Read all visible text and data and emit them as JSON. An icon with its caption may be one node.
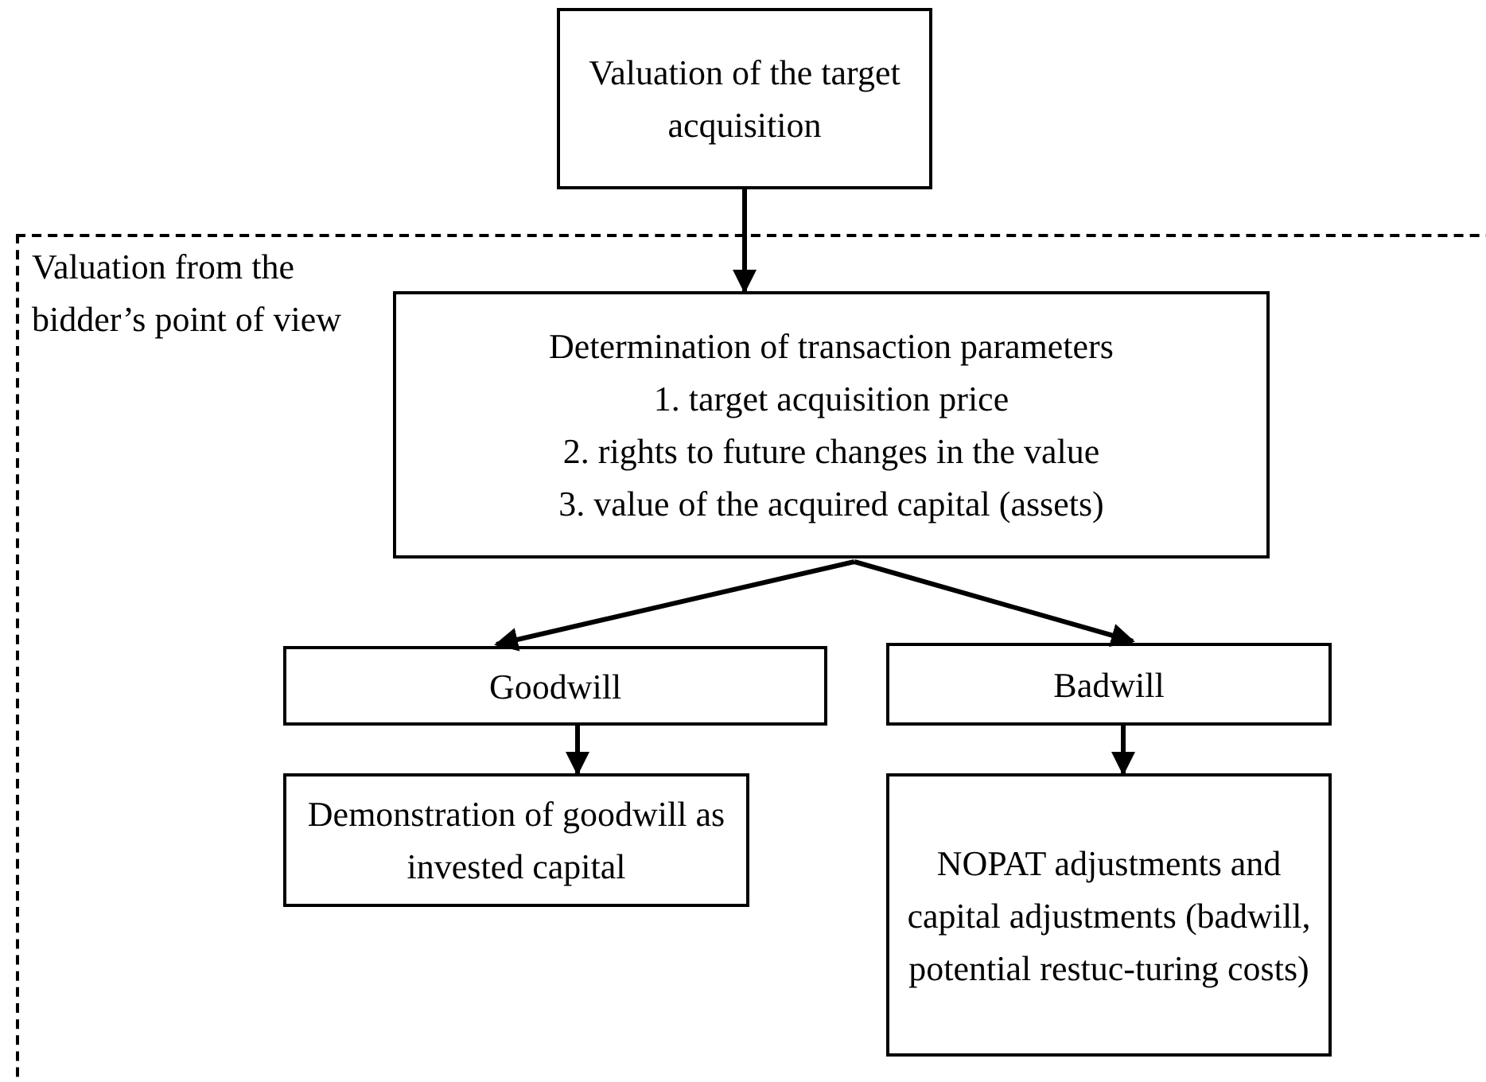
{
  "diagram": {
    "nodes": [
      {
        "text": [
          "Valuation of the target acquisition"
        ]
      },
      {
        "text": [
          "Valuation from the bidder’s point of view"
        ]
      },
      {
        "text": [
          "Determination of transaction parameters",
          "1. target acquisition price",
          "2. rights to future changes in the value",
          "3. value of the acquired capital (assets)"
        ],
        "in": 1
      },
      {
        "text": [
          "Goodwill"
        ],
        "in": 1
      },
      {
        "text": [
          "Badwill"
        ],
        "in": 1
      },
      {
        "text": [
          "Demonstration of goodwill as invested capital"
        ],
        "in": 1
      },
      {
        "text": [
          "NOPAT adjustments and capital adjustments (badwill, potential restuc-turing costs)"
        ],
        "in": 1
      }
    ],
    "edges": [
      {
        "from": 0,
        "to": 2,
        "arrow": "to"
      },
      {
        "from": 2,
        "to": 3,
        "arrow": "to"
      },
      {
        "from": 2,
        "to": 4,
        "arrow": "to"
      },
      {
        "from": 3,
        "to": 5,
        "arrow": "to"
      },
      {
        "from": 4,
        "to": 6,
        "arrow": "to"
      }
    ]
  }
}
